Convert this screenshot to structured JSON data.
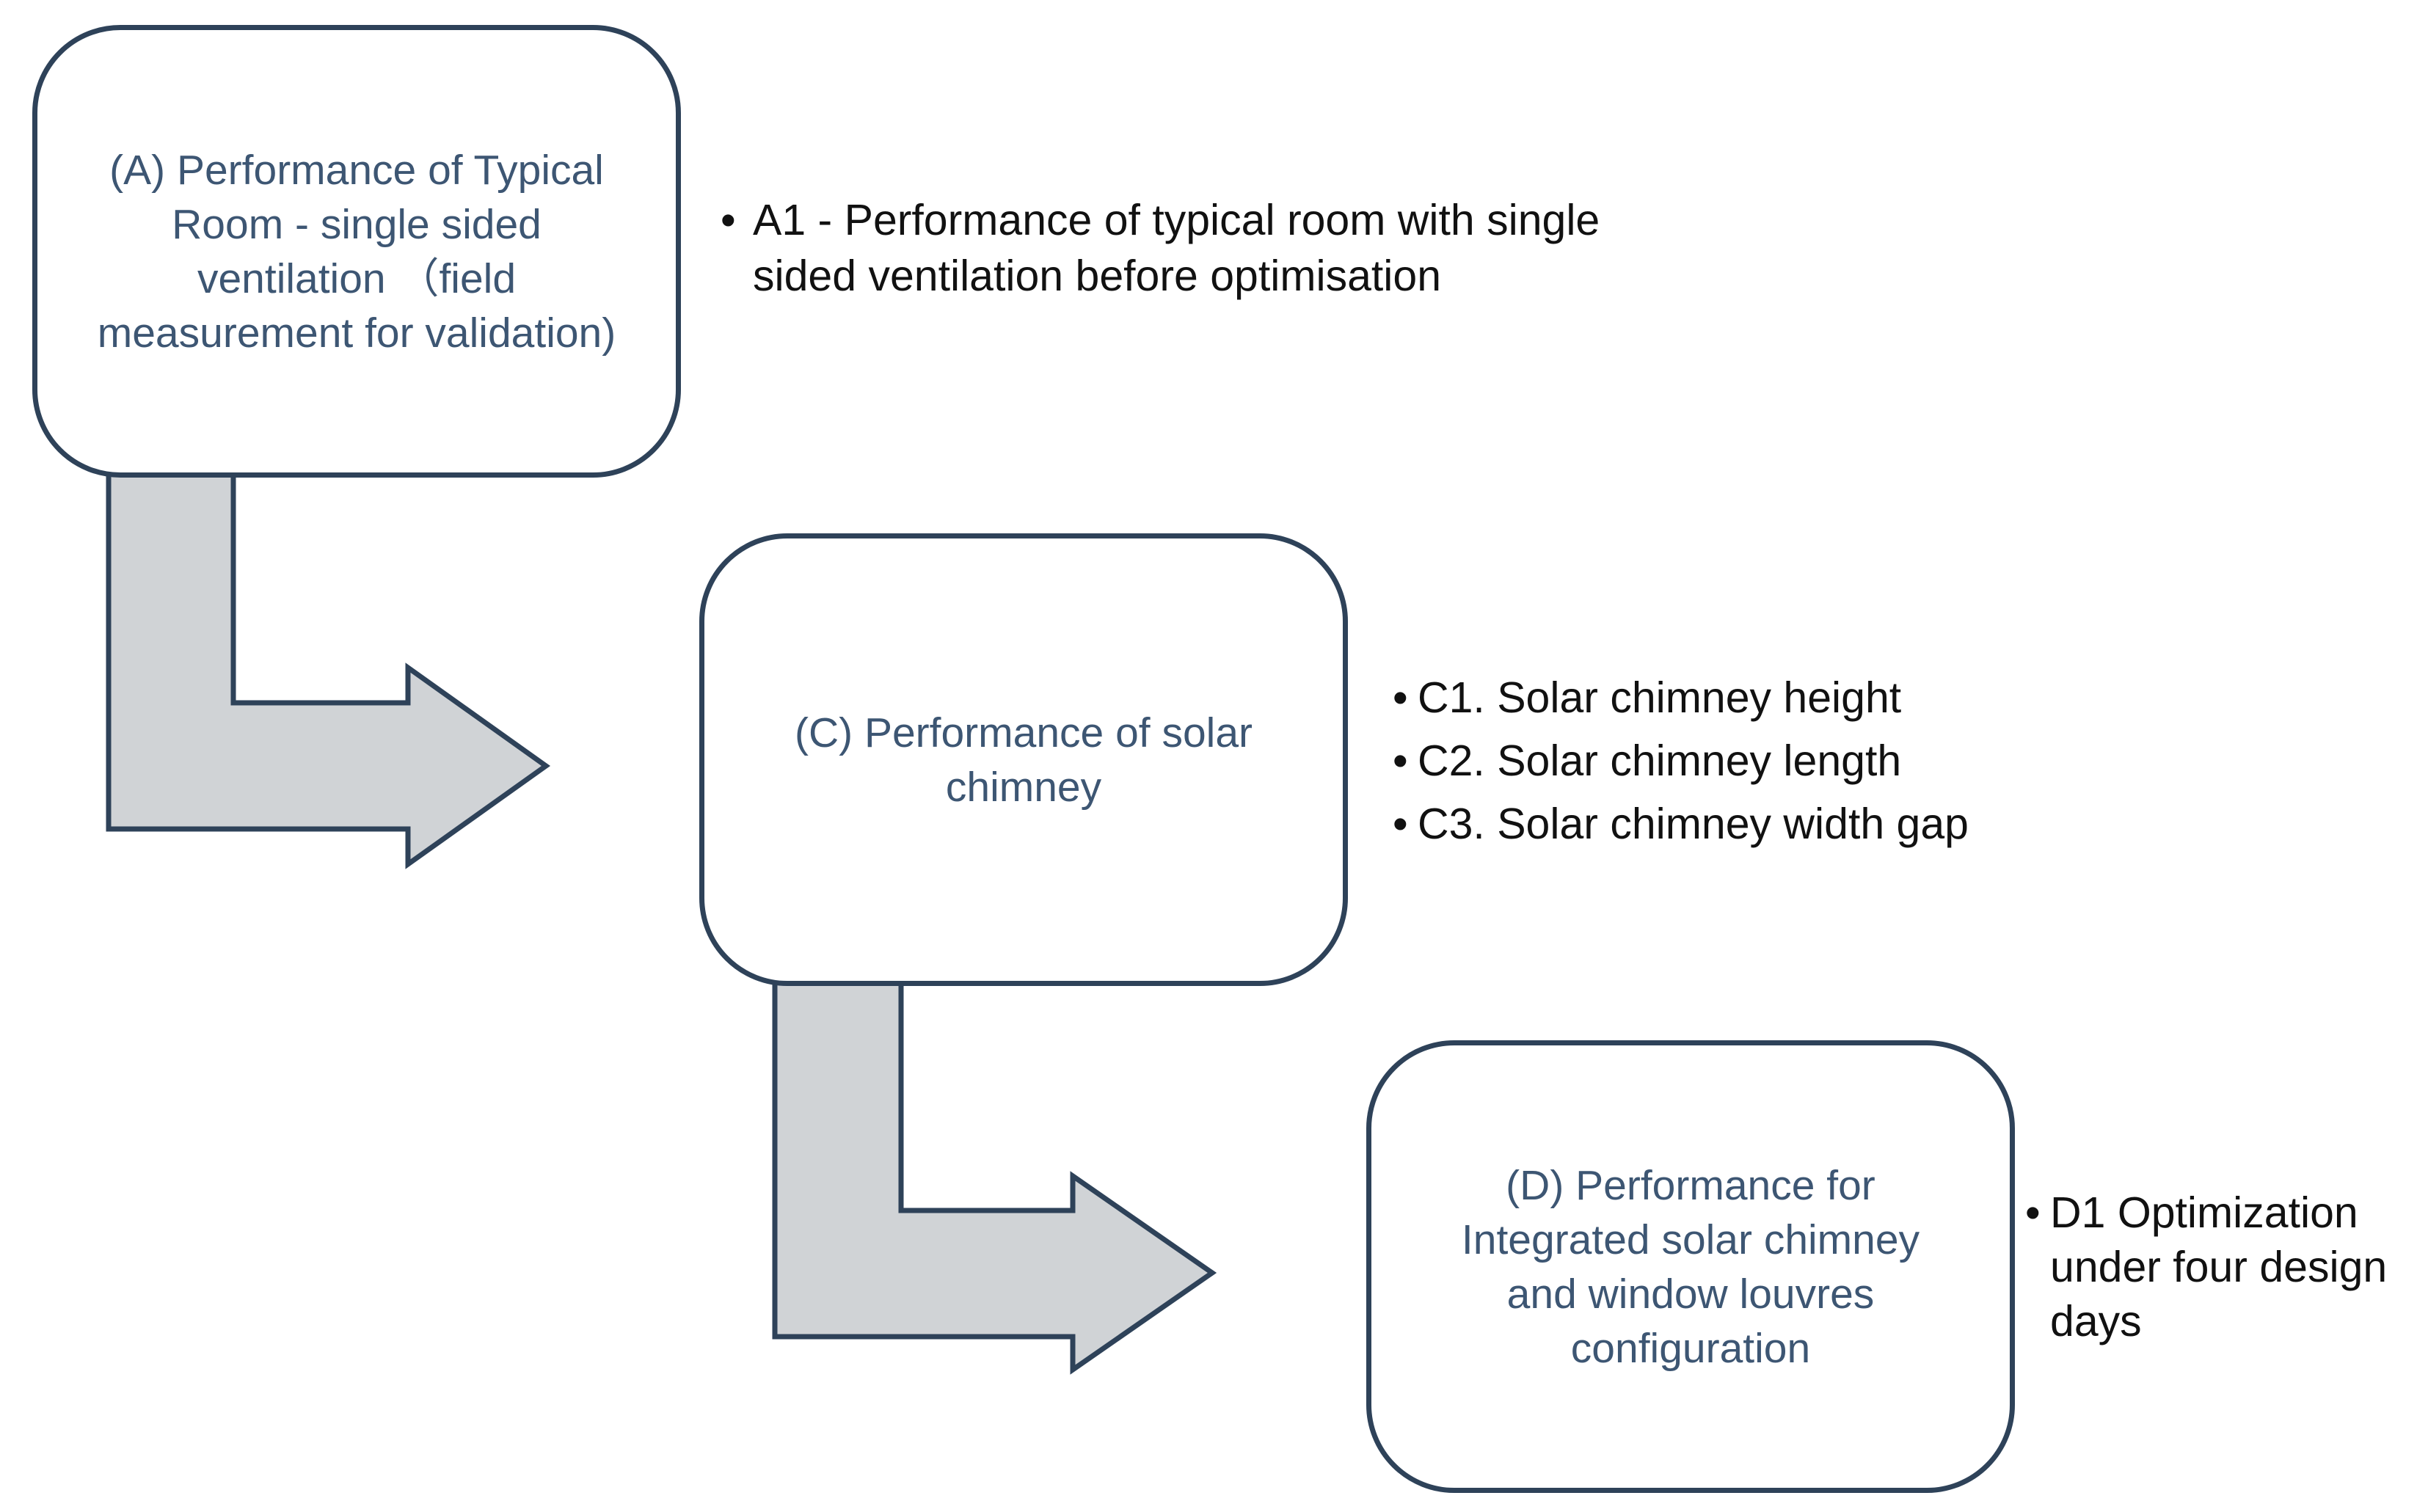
{
  "boxes": [
    {
      "id": "A",
      "text": "(A) Performance of Typical\nRoom - single sided\nventilation （field\nmeasurement for validation)"
    },
    {
      "id": "C",
      "text": "(C) Performance of solar\nchimney"
    },
    {
      "id": "D",
      "text": "(D) Performance for\nIntegrated solar chimney\nand window louvres\nconfiguration"
    }
  ],
  "lists": {
    "A": [
      "A1 - Performance of typical room with single\nsided ventilation before optimisation"
    ],
    "C": [
      "C1. Solar chimney height",
      "C2. Solar chimney length",
      "C3. Solar chimney width gap"
    ],
    "D": [
      "D1 Optimization\nunder four design\ndays"
    ]
  },
  "bullet_glyph": "•",
  "colors": {
    "box_border": "#2e4259",
    "box_text": "#3d5673",
    "arrow_fill": "#d0d3d6",
    "arrow_stroke": "#2e4259",
    "list_text": "#111111"
  }
}
